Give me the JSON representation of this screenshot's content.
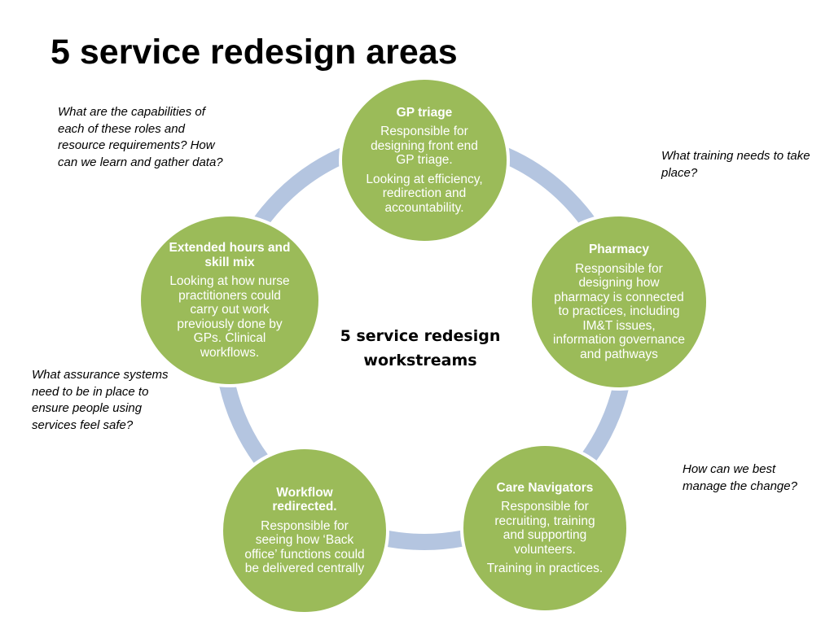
{
  "title": "5 service redesign areas",
  "center_label": "5 service redesign workstreams",
  "colors": {
    "node_fill": "#9bbb59",
    "ring": "#b4c5e0",
    "node_text": "#ffffff"
  },
  "nodes": [
    {
      "title": "GP triage",
      "paragraphs": [
        "Responsible for designing front end GP triage.",
        "Looking at efficiency, redirection and accountability."
      ]
    },
    {
      "title": "Pharmacy",
      "paragraphs": [
        "Responsible for designing how pharmacy is connected to practices, including IM&T issues, information governance and pathways"
      ]
    },
    {
      "title": "Care Navigators",
      "paragraphs": [
        "Responsible for recruiting, training and supporting volunteers.",
        "Training in practices."
      ]
    },
    {
      "title": "Workflow redirected.",
      "paragraphs": [
        "Responsible for seeing how ‘Back office’ functions could be delivered centrally"
      ]
    },
    {
      "title": "Extended hours and skill mix",
      "paragraphs": [
        "Looking at how nurse practitioners could carry out work previously done by GPs.  Clinical workflows."
      ]
    }
  ],
  "questions": [
    "What are the capabilities of each of these roles and resource requirements? How can we learn and gather data?",
    "What training needs to take place?",
    "How can we best manage the change?",
    "What assurance systems need to be in place to ensure people using services feel safe?"
  ]
}
